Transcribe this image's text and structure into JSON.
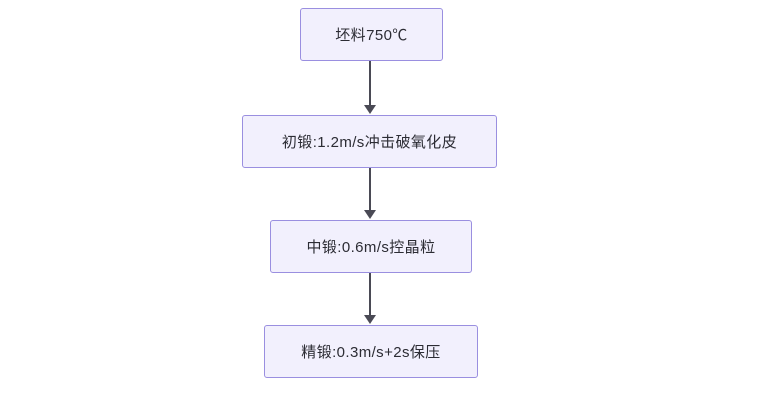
{
  "diagram": {
    "type": "flowchart",
    "orientation": "top-to-bottom",
    "nodes": [
      {
        "id": "n1",
        "label": "坯料750℃"
      },
      {
        "id": "n2",
        "label": "初锻:1.2m/s冲击破氧化皮"
      },
      {
        "id": "n3",
        "label": "中锻:0.6m/s控晶粒"
      },
      {
        "id": "n4",
        "label": "精锻:0.3m/s+2s保压"
      }
    ],
    "edges": [
      {
        "from": "n1",
        "to": "n2"
      },
      {
        "from": "n2",
        "to": "n3"
      },
      {
        "from": "n3",
        "to": "n4"
      }
    ],
    "colors": {
      "node_fill": "#f2f0fd",
      "node_border": "#9a8fe0",
      "node_text": "#2c2c34",
      "arrow": "#4a4a55",
      "background": "#ffffff"
    }
  }
}
